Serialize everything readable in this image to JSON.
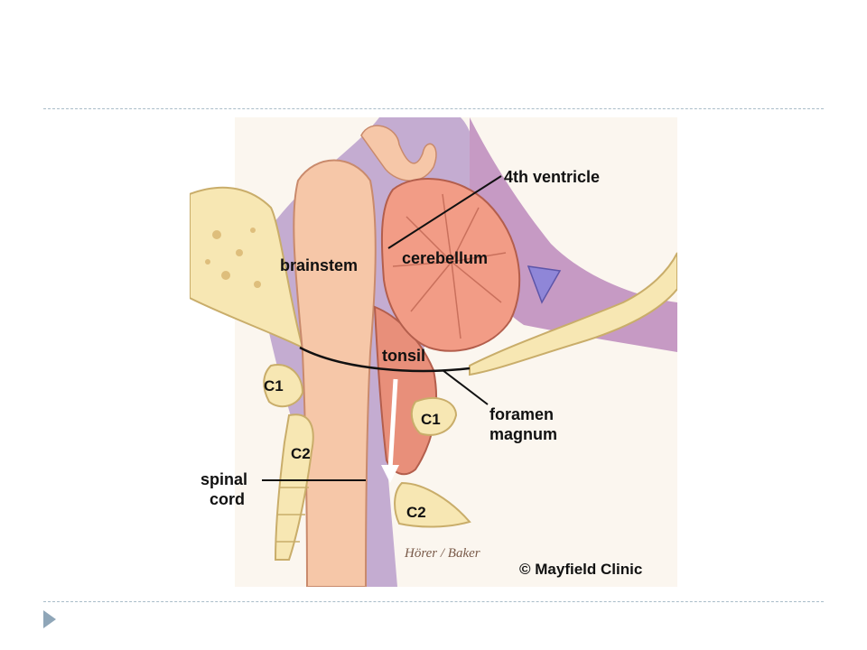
{
  "figure": {
    "labels": {
      "fourth_ventricle": "4th ventricle",
      "brainstem": "brainstem",
      "cerebellum": "cerebellum",
      "tonsil": "tonsil",
      "c1_left": "C1",
      "c1_right": "C1",
      "foramen_line1": "foramen",
      "foramen_line2": "magnum",
      "c2_left": "C2",
      "c2_right": "C2",
      "spinal_line1": "spinal",
      "spinal_line2": "cord"
    },
    "signature": "Hörer / Baker",
    "copyright": "© Mayfield Clinic"
  },
  "colors": {
    "bone": "#f7e7b3",
    "brain": "#f6c7a8",
    "cerebellum": "#f29c86",
    "csf": "#8a6fb0",
    "rule": "#a9bcc8",
    "bullet": "#8fa6b8"
  },
  "bullet_icon": "triangle-bullet-icon"
}
